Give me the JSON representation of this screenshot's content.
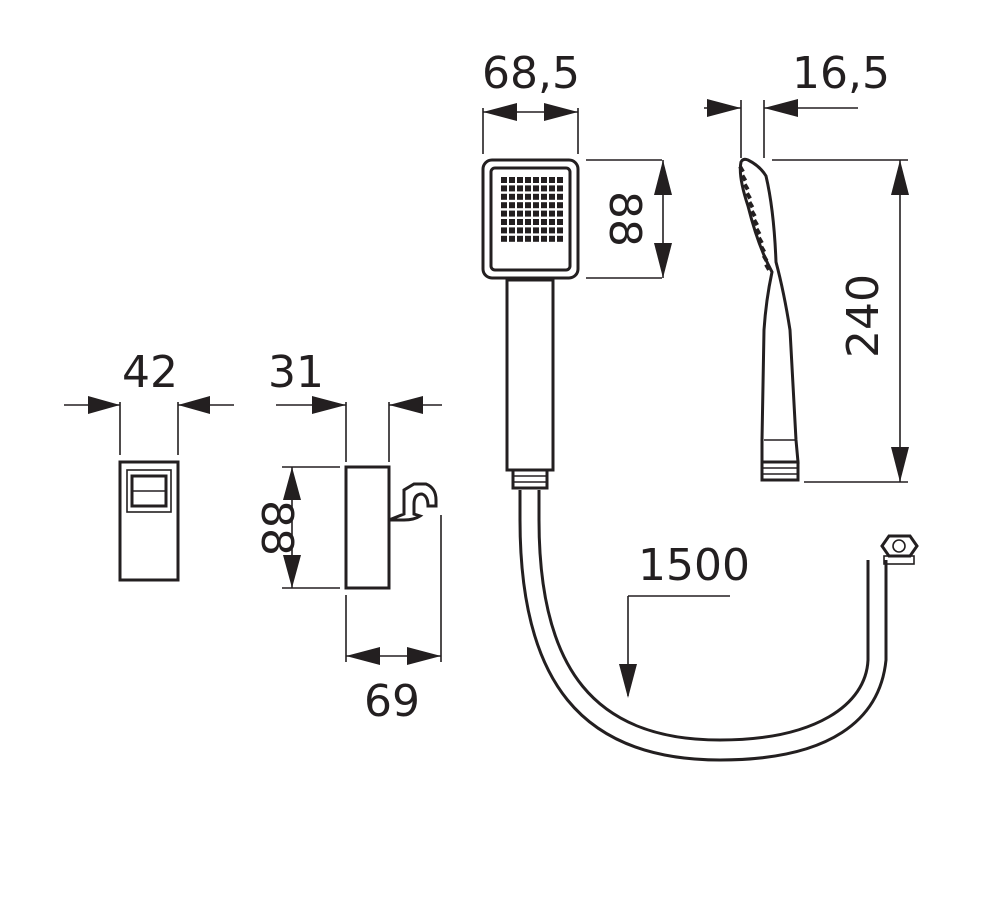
{
  "dimensions": {
    "wall_box_width": "42",
    "holder_width": "31",
    "holder_height": "88",
    "holder_depth": "69",
    "head_width": "68,5",
    "head_height": "88",
    "side_thickness": "16,5",
    "handset_length": "240",
    "hose_length": "1500"
  },
  "colors": {
    "line": "#231f20",
    "background": "#ffffff"
  }
}
